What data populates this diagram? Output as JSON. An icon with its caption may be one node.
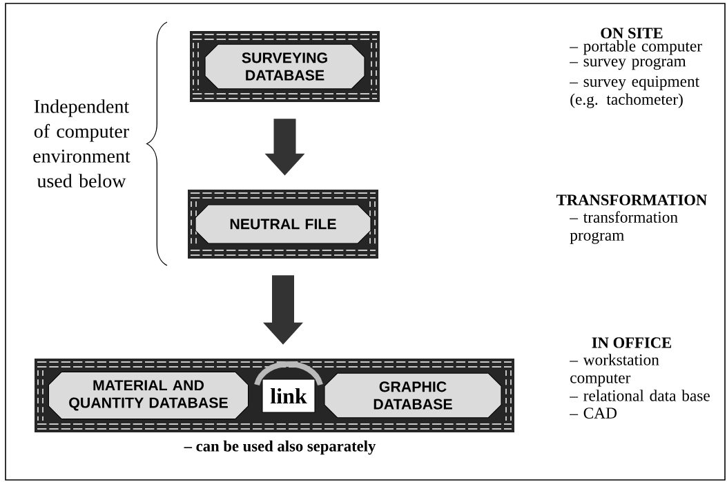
{
  "diagram": {
    "nodes": [
      {
        "text": [
          "SURVEYING DATABASE"
        ]
      },
      {
        "text": [
          "NEUTRAL FILE"
        ]
      },
      {
        "text": [],
        "shape": "box",
        "beside": [
          "– can be used also separately"
        ]
      },
      {
        "text": [
          "MATERIAL AND QUANTITY DATABASE"
        ],
        "in": 2
      },
      {
        "text": [
          "link"
        ],
        "in": 2
      },
      {
        "text": [
          "GRAPHIC DATABASE"
        ],
        "in": 2
      }
    ],
    "edges": [
      {
        "from": 0,
        "to": 1,
        "arrow": "to"
      },
      {
        "from": 1,
        "to": 2,
        "arrow": "to"
      }
    ],
    "labels": [
      "Independent of computer environment used below",
      "ON SITE",
      "– portable computer",
      "– survey program",
      "– survey equipment (e.g. tachometer)",
      "TRANSFORMATION",
      "– transformation program",
      "IN OFFICE",
      "– workstation computer",
      "– relational data base",
      "– CAD"
    ]
  }
}
